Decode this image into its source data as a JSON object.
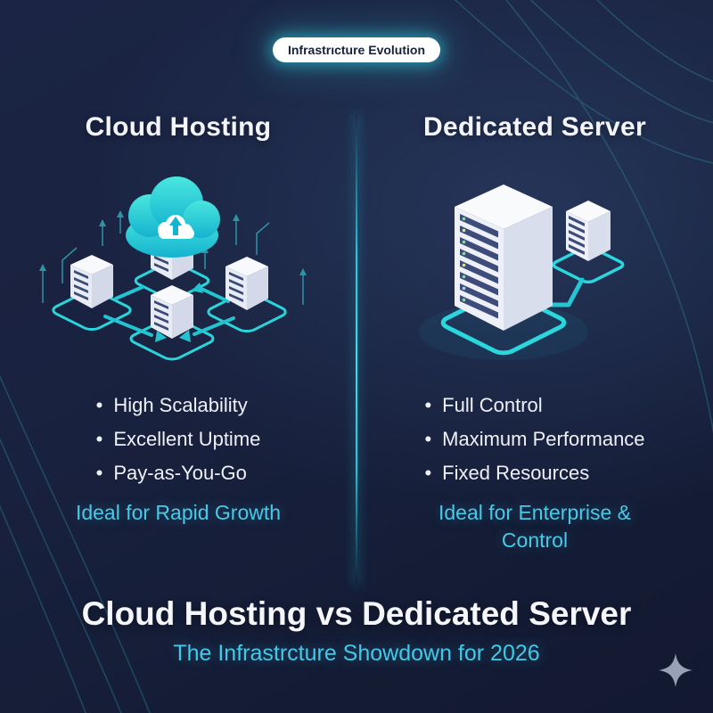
{
  "badge": {
    "label": "Infrastrıcture Evolution"
  },
  "columns": [
    {
      "title": "Cloud Hosting",
      "bullets": [
        "High Scalability",
        "Excellent Uptime",
        "Pay-as-You-Go"
      ],
      "ideal": "Ideal for Rapid Growth",
      "illustration": "cloud-network-icon"
    },
    {
      "title": "Dedicated Server",
      "bullets": [
        "Full Control",
        "Maximum Performance",
        "Fixed Resources"
      ],
      "ideal": "Ideal for Enterprise & Control",
      "illustration": "server-tower-icon"
    }
  ],
  "footer": {
    "title": "Cloud Hosting vs Dedicated Server",
    "subtitle": "The Infrastrcture Showdown for 2026"
  },
  "icons": {
    "corner": "sparkle-icon"
  },
  "colors": {
    "background": "#18203c",
    "accent_cyan": "#45c9e8",
    "teal": "#25cdd6",
    "text_white": "#f3f5fa",
    "badge_bg": "#ffffff",
    "badge_text": "#15213d",
    "server_slot": "#3d4b78"
  }
}
